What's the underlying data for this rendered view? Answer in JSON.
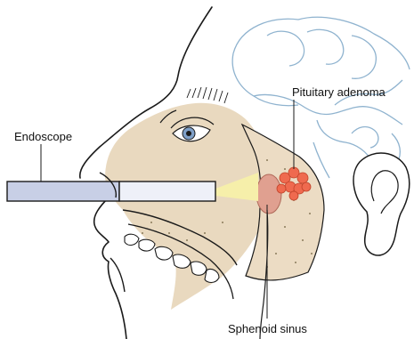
{
  "labels": {
    "endoscope": "Endoscope",
    "pituitary_adenoma": "Pituitary adenoma",
    "sphenoid_sinus": "Sphenoid sinus"
  },
  "colors": {
    "outline": "#1a1a1a",
    "sinus_fill": "#e9d9bf",
    "bone_fill": "#ecdcc4",
    "brain_lines": "#8fb3cf",
    "endoscope_body": "#c8cfe6",
    "endoscope_tip": "#eef0f8",
    "light_cone": "#f6efaa",
    "adenoma": "#ef6a4f",
    "sphenoid": "#e0a090",
    "gum": "#f2f2f2"
  }
}
